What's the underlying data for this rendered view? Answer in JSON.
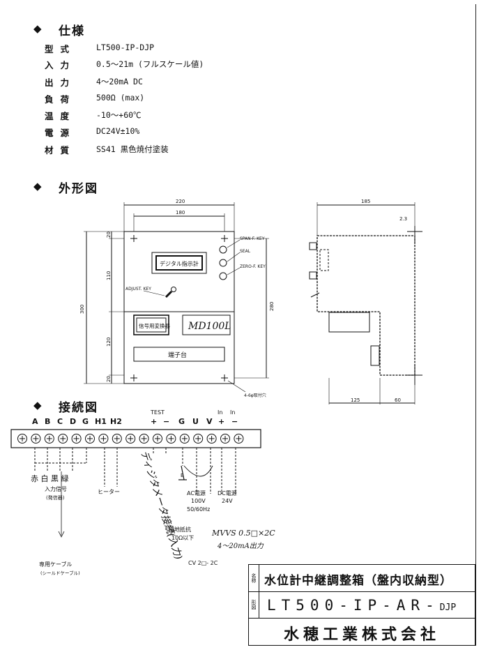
{
  "sections": {
    "spec": "仕様",
    "outline": "外形図",
    "wiring": "接続図"
  },
  "bullet": "◆",
  "specs": [
    {
      "key": "型式",
      "value": "LT500-IP-DJP"
    },
    {
      "key": "入力",
      "value": "0.5～21m (フルスケール値)"
    },
    {
      "key": "出力",
      "value": "4～20mA DC"
    },
    {
      "key": "負荷",
      "value": "500Ω (max)"
    },
    {
      "key": "温度",
      "value": "-10～+60℃"
    },
    {
      "key": "電源",
      "value": "DC24V±10%"
    },
    {
      "key": "材質",
      "value": "SS41 黒色焼付塗装"
    }
  ],
  "front_view": {
    "dim_width": "220",
    "dim_hole_pitch": "180",
    "dim_height": "300",
    "dim_hole_height": "280",
    "dim_top": "20",
    "dim_upper": "110",
    "dim_lower": "120",
    "dim_bottom": "20",
    "display_label": "デジタル指示計",
    "adjust_key": "ADJUST. KEY",
    "span_key": "SPAN-F. KEY",
    "seal": "SEAL",
    "zero_key": "ZERO-F. KEY",
    "signal_box": "信号用変換器",
    "handwritten_model": "MD100L",
    "terminal_label": "端子台",
    "mount_holes": "4-6φ取付穴"
  },
  "side_view": {
    "dim_depth": "185",
    "dim_flange": "2.3",
    "dim_bottom_a": "125",
    "dim_bottom_b": "60"
  },
  "wiring": {
    "terminal_letters": [
      "A",
      "B",
      "C",
      "D",
      "G",
      "H1",
      "H2"
    ],
    "test_label": "TEST",
    "test_signs": [
      "+",
      "−"
    ],
    "power_letters": [
      "G",
      "U",
      "V"
    ],
    "in_label": "In",
    "in_signs": [
      "+",
      "−"
    ],
    "terminal_count": 17,
    "colors": "赤 白 黒 緑",
    "input_signal": "入力信号",
    "transmitter": "(発信器)",
    "heater": "ヒーター",
    "digital_meter": "ディジタメータ接続(入力)",
    "ground_mark": "E",
    "ground_res": "接地抵抗",
    "ground_val": "10Ω以下",
    "ac_power": "AC電源",
    "ac_volt": "100V",
    "ac_freq": "50/60Hz",
    "dc_power": "DC電源",
    "dc_volt": "24V",
    "cable_note1": "MVVS 0.5□×2C",
    "cable_note2": "4～20mA出力",
    "cv_cable": "CV 2□- 2C",
    "dedicated_cable": "専用ケーブル",
    "shield_cable": "(シールドケーブル)"
  },
  "title_block": {
    "name_label": "名称",
    "name_value": "水位計中継調整箱（盤内収納型）",
    "drawing_label": "形図",
    "model_value": "LT500-IP-AR-",
    "model_suffix": "DJP",
    "company": "水穂工業株式会社"
  }
}
